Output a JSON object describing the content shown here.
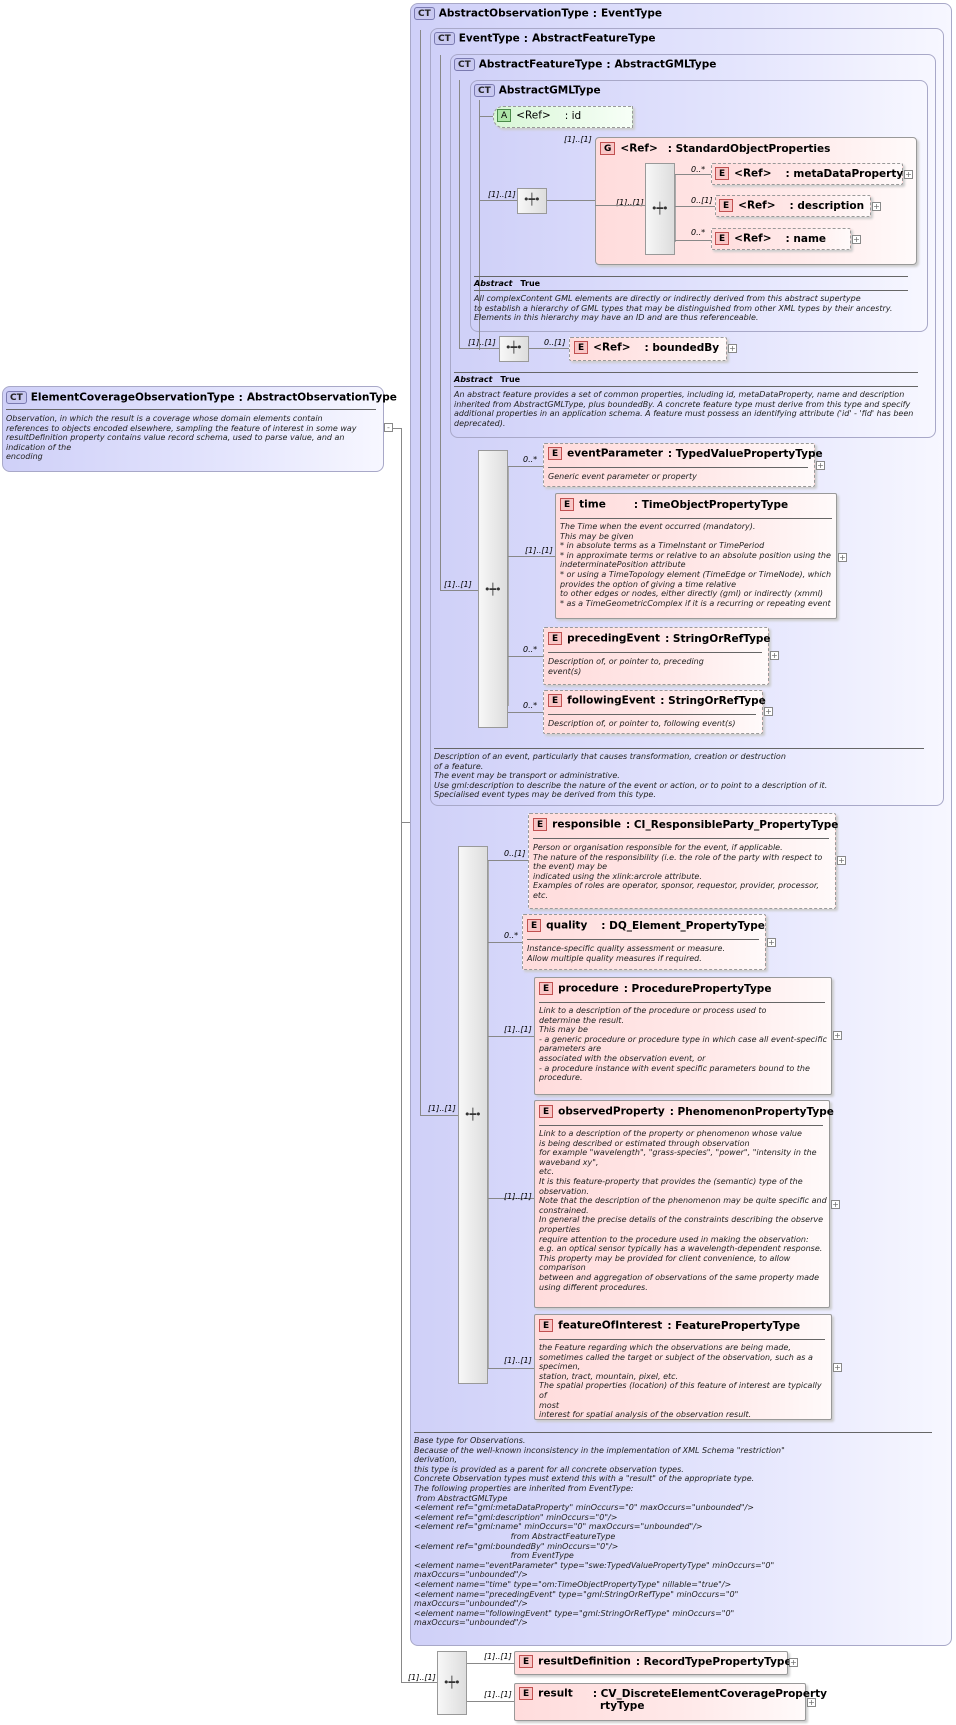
{
  "root": {
    "ct": "CT",
    "name": "ElementCoverageObservationType",
    "base": "AbstractObservationType",
    "doc": [
      "Observation, in which the result is a coverage whose domain elements contain",
      "references to objects encoded elsewhere, sampling the feature of interest in some way",
      "resultDefinition property contains value record schema, used to parse value, and an",
      "indication of the",
      "encoding"
    ]
  },
  "abstractObservation": {
    "ct": "CT",
    "name": "AbstractObservationType",
    "base": "EventType",
    "doc": [
      "Base type for Observations.",
      "Because of the well-known inconsistency in the implementation of XML Schema \"restriction\"",
      "derivation,",
      "this type is provided as a parent for all concrete observation types.",
      "Concrete Observation types must extend this with a \"result\" of the appropriate type.",
      "The following properties are inherited from EventType:",
      " from AbstractGMLType",
      "<element ref=\"gml:metaDataProperty\" minOccurs=\"0\" maxOccurs=\"unbounded\"/>",
      "<element ref=\"gml:description\" minOccurs=\"0\"/>",
      "<element ref=\"gml:name\" minOccurs=\"0\" maxOccurs=\"unbounded\"/>",
      "                                      from AbstractFeatureType",
      "<element ref=\"gml:boundedBy\" minOccurs=\"0\"/>",
      "                                      from EventType",
      "<element name=\"eventParameter\" type=\"swe:TypedValuePropertyType\" minOccurs=\"0\"",
      "maxOccurs=\"unbounded\"/>",
      "<element name=\"time\" type=\"om:TimeObjectPropertyType\" nillable=\"true\"/>",
      "<element name=\"precedingEvent\" type=\"gml:StringOrRefType\" minOccurs=\"0\"",
      "maxOccurs=\"unbounded\"/>",
      "<element name=\"followingEvent\" type=\"gml:StringOrRefType\" minOccurs=\"0\"",
      "maxOccurs=\"unbounded\"/>"
    ]
  },
  "eventType": {
    "ct": "CT",
    "name": "EventType",
    "base": "AbstractFeatureType",
    "doc": [
      "Description of an event, particularly that causes transformation, creation or destruction",
      "of a feature.",
      "The event may be transport or administrative.",
      "Use gml:description to describe the nature of the event or action, or to point to a description of it.",
      "Specialised event types may be derived from this type."
    ]
  },
  "abstractFeature": {
    "ct": "CT",
    "name": "AbstractFeatureType",
    "base": "AbstractGMLType",
    "abstract_label": "Abstract",
    "abstract_value": "True",
    "doc": [
      "An abstract feature provides a set of common properties, including id, metaDataProperty, name and description",
      "inherited from AbstractGMLType, plus boundedBy.    A concrete feature type must derive from this type and specify",
      "additional  properties in an application schema. A feature must possess an identifying attribute ('id' - 'fid' has been",
      "deprecated)."
    ]
  },
  "abstractGML": {
    "ct": "CT",
    "name": "AbstractGMLType",
    "abstract_label": "Abstract",
    "abstract_value": "True",
    "doc": [
      "All complexContent GML elements are directly or indirectly derived from this abstract supertype",
      "to establish a hierarchy of GML types that may be distinguished from other XML types by their ancestry.",
      "Elements in this hierarchy may have an ID and are thus referenceable."
    ]
  },
  "attr_id": {
    "tag": "A",
    "ref": "<Ref>",
    "name": ": id"
  },
  "group": {
    "tag": "G",
    "ref": "<Ref>",
    "name": ": StandardObjectProperties",
    "card": "[1]..[1]"
  },
  "gml_elements": [
    {
      "tag": "E",
      "ref": "<Ref>",
      "name": ": metaDataProperty",
      "card": "0..*"
    },
    {
      "tag": "E",
      "ref": "<Ref>",
      "name": ": description",
      "card": "0..[1]"
    },
    {
      "tag": "E",
      "ref": "<Ref>",
      "name": ": name",
      "card": "0..*"
    }
  ],
  "bounded": {
    "tag": "E",
    "ref": "<Ref>",
    "name": ": boundedBy",
    "card": "0..[1]"
  },
  "event_elements": [
    {
      "tag": "E",
      "name": "eventParameter",
      "type": ": TypedValuePropertyType",
      "card": "0..*",
      "doc": [
        "Generic event parameter or property"
      ]
    },
    {
      "tag": "E",
      "name": "time",
      "type": ": TimeObjectPropertyType",
      "card": "[1]..[1]",
      "doc": [
        "The Time when the event occurred (mandatory).",
        "This may be given",
        "* in absolute terms as a TimeInstant or TimePeriod",
        "* in approximate terms or relative to an absolute position using the",
        "indeterminatePosition attribute",
        "* or using a TimeTopology element (TimeEdge or TimeNode), which",
        "provides the option of giving a time relative",
        "to other edges or nodes, either directly (gml) or indirectly (xmml)",
        "* as a TimeGeometricComplex if it is a recurring or repeating event"
      ]
    },
    {
      "tag": "E",
      "name": "precedingEvent",
      "type": ": StringOrRefType",
      "card": "0..*",
      "doc": [
        "Description of, or pointer to, preceding",
        "event(s)"
      ]
    },
    {
      "tag": "E",
      "name": "followingEvent",
      "type": ": StringOrRefType",
      "card": "0..*",
      "doc": [
        "Description of, or pointer to, following event(s)"
      ]
    }
  ],
  "obs_elements": [
    {
      "tag": "E",
      "name": "responsible",
      "type": ": CI_ResponsibleParty_PropertyType",
      "card": "0..[1]",
      "doc": [
        "Person or organisation responsible for the event, if applicable.",
        "The nature of the responsibility (i.e. the role of the party with respect to",
        "the event) may be",
        "indicated using the xlink:arcrole attribute.",
        "Examples of roles are operator, sponsor, requestor, provider, processor,",
        "etc."
      ]
    },
    {
      "tag": "E",
      "name": "quality",
      "type": ": DQ_Element_PropertyType",
      "card": "0..*",
      "doc": [
        "Instance-specific quality assessment or measure.",
        "Allow multiple quality measures if required."
      ]
    },
    {
      "tag": "E",
      "name": "procedure",
      "type": ": ProcedurePropertyType",
      "card": "[1]..[1]",
      "doc": [
        "Link to a description of the procedure or process used to",
        "determine the result.",
        "This may be",
        "- a generic procedure or procedure type in which case all event-specific",
        "parameters are",
        "associated with the observation event, or",
        "- a procedure instance with event specific parameters bound to the",
        "procedure."
      ]
    },
    {
      "tag": "E",
      "name": "observedProperty",
      "type": ": PhenomenonPropertyType",
      "card": "[1]..[1]",
      "doc": [
        "Link to a description of the property or phenomenon whose value",
        "is being described or estimated through observation",
        "for example \"wavelength\", \"grass-species\", \"power\", \"intensity in the",
        "waveband xy\",",
        "etc.",
        "It is this feature-property that provides the (semantic) type of the",
        "observation.",
        "Note that the description of the phenomenon may be quite specific and",
        "constrained.",
        "In general the precise details of the constraints describing the observe",
        "properties",
        "require attention to the procedure used in making the observation:",
        "e.g. an optical sensor typically has a wavelength-dependent response.",
        "This property may be provided for client convenience, to allow",
        "comparison",
        "between and aggregation of observations of the same property made",
        "using different procedures."
      ]
    },
    {
      "tag": "E",
      "name": "featureOfInterest",
      "type": ": FeaturePropertyType",
      "card": "[1]..[1]",
      "doc": [
        "the Feature regarding which the observations are being made,",
        "sometimes called the target or subject of the observation, such as a",
        "specimen,",
        "station, tract, mountain, pixel, etc.",
        "The spatial properties (location) of this feature of interest are typically of",
        "most",
        "interest for spatial analysis of the observation result."
      ]
    }
  ],
  "final_elements": [
    {
      "tag": "E",
      "name": "resultDefinition",
      "type": ": RecordTypePropertyType",
      "card": "[1]..[1]"
    },
    {
      "tag": "E",
      "name": "result",
      "type": ": CV_DiscreteElementCoverageProperty",
      "type2": "rtyType",
      "card": "[1]..[1]"
    }
  ],
  "seq_cards": {
    "gml_seq": "[1]..[1]",
    "bounded_seq": "[1]..[1]",
    "event_seq": "[1]..[1]",
    "obs_seq": "[1]..[1]",
    "final_seq": "[1]..[1]"
  },
  "colors": {
    "ct_bg": "#cfd0f8",
    "element_bg": "#ffdcdc",
    "attribute_bg": "#aee6a8"
  }
}
